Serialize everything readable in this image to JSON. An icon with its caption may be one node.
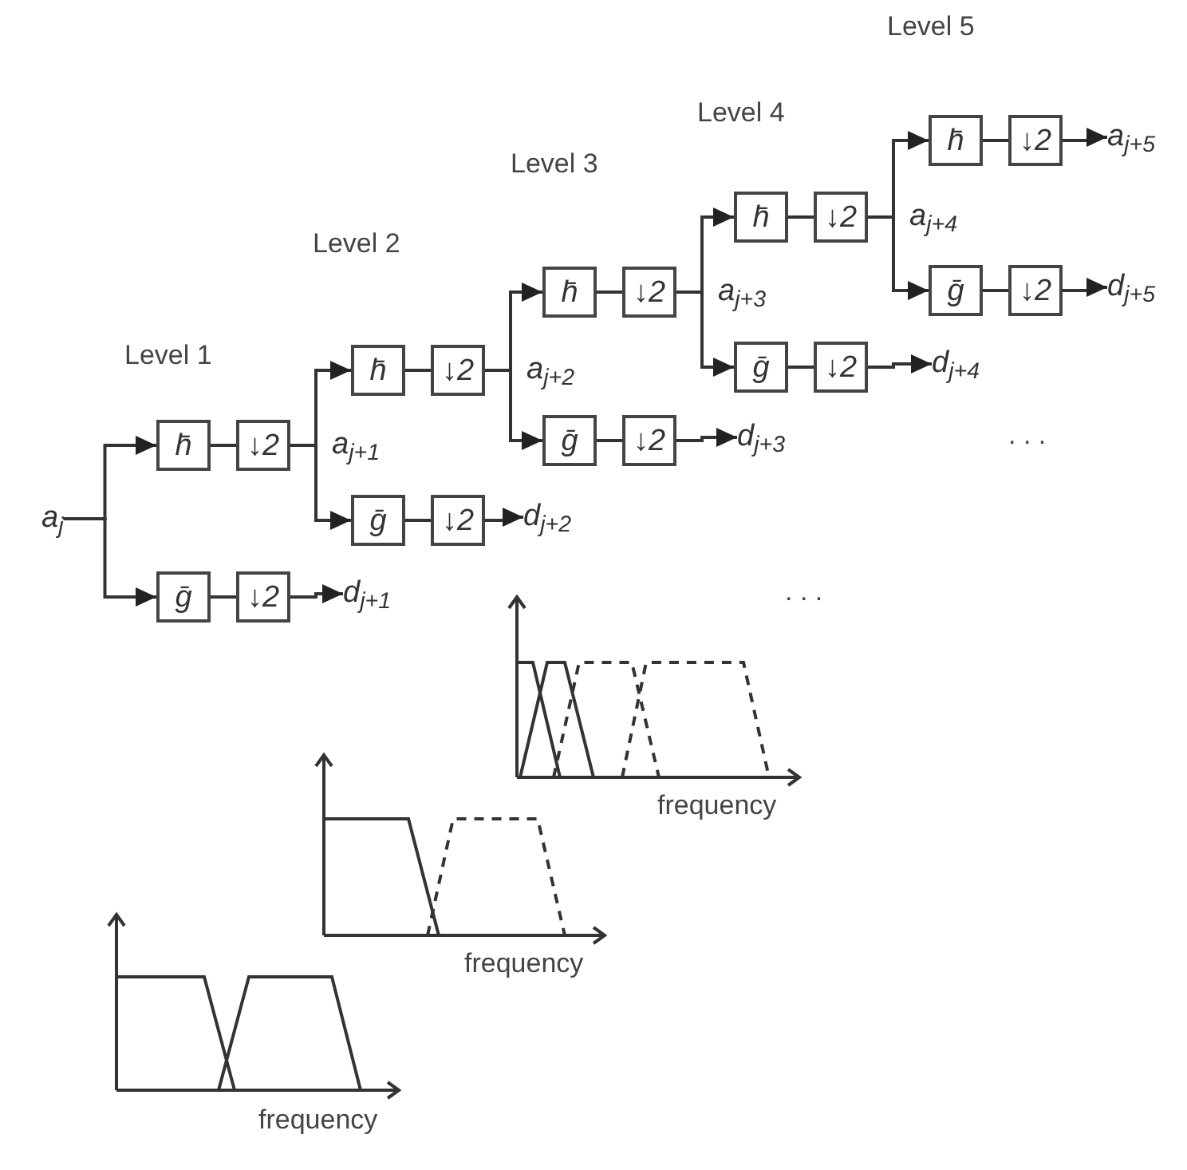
{
  "diagram": {
    "nodes": [
      {
        "text": [
          "a$_{j}$"
        ]
      },
      {
        "text": [
          "h̄"
        ]
      },
      {
        "text": [
          "↓2"
        ],
        "beside": [
          "a$_{j+1}$"
        ]
      },
      {
        "text": [
          "ḡ"
        ]
      },
      {
        "text": [
          "↓2"
        ]
      },
      {
        "text": [
          "d$_{j+1}$"
        ]
      },
      {
        "text": [
          "h̄"
        ]
      },
      {
        "text": [
          "↓2"
        ],
        "beside": [
          "a$_{j+2}$"
        ]
      },
      {
        "text": [
          "ḡ"
        ]
      },
      {
        "text": [
          "↓2"
        ]
      },
      {
        "text": [
          "d$_{j+2}$"
        ]
      },
      {
        "text": [
          "h̄"
        ]
      },
      {
        "text": [
          "↓2"
        ],
        "beside": [
          "a$_{j+3}$"
        ]
      },
      {
        "text": [
          "ḡ"
        ]
      },
      {
        "text": [
          "↓2"
        ]
      },
      {
        "text": [
          "d$_{j+3}$"
        ]
      },
      {
        "text": [
          "h̄"
        ]
      },
      {
        "text": [
          "↓2"
        ],
        "beside": [
          "a$_{j+4}$"
        ]
      },
      {
        "text": [
          "ḡ"
        ]
      },
      {
        "text": [
          "↓2"
        ]
      },
      {
        "text": [
          "d$_{j+4}$"
        ]
      },
      {
        "text": [
          "h̄"
        ]
      },
      {
        "text": [
          "↓2"
        ]
      },
      {
        "text": [
          "a$_{j+5}$"
        ]
      },
      {
        "text": [
          "ḡ"
        ]
      },
      {
        "text": [
          "↓2"
        ]
      },
      {
        "text": [
          "d$_{j+5}$"
        ]
      }
    ],
    "edges": [
      {
        "from": 0,
        "to": 1,
        "arrow": "to"
      },
      {
        "from": 0,
        "to": 3,
        "arrow": "to"
      },
      {
        "from": 1,
        "to": 2,
        "arrow": "none"
      },
      {
        "from": 3,
        "to": 4,
        "arrow": "none"
      },
      {
        "from": 4,
        "to": 5,
        "arrow": "to"
      },
      {
        "from": 2,
        "to": 6,
        "arrow": "to"
      },
      {
        "from": 2,
        "to": 8,
        "arrow": "to"
      },
      {
        "from": 6,
        "to": 7,
        "arrow": "none"
      },
      {
        "from": 8,
        "to": 9,
        "arrow": "none"
      },
      {
        "from": 9,
        "to": 10,
        "arrow": "to"
      },
      {
        "from": 7,
        "to": 11,
        "arrow": "to"
      },
      {
        "from": 7,
        "to": 13,
        "arrow": "to"
      },
      {
        "from": 11,
        "to": 12,
        "arrow": "none"
      },
      {
        "from": 13,
        "to": 14,
        "arrow": "none"
      },
      {
        "from": 14,
        "to": 15,
        "arrow": "to"
      },
      {
        "from": 12,
        "to": 16,
        "arrow": "to"
      },
      {
        "from": 12,
        "to": 18,
        "arrow": "to"
      },
      {
        "from": 16,
        "to": 17,
        "arrow": "none"
      },
      {
        "from": 18,
        "to": 19,
        "arrow": "none"
      },
      {
        "from": 19,
        "to": 20,
        "arrow": "to"
      },
      {
        "from": 17,
        "to": 21,
        "arrow": "to"
      },
      {
        "from": 17,
        "to": 24,
        "arrow": "to"
      },
      {
        "from": 21,
        "to": 22,
        "arrow": "none"
      },
      {
        "from": 22,
        "to": 23,
        "arrow": "to"
      },
      {
        "from": 24,
        "to": 25,
        "arrow": "none"
      },
      {
        "from": 25,
        "to": 26,
        "arrow": "to"
      }
    ],
    "labels": [
      "Level 5",
      "Level 4",
      "Level 3",
      "Level 2",
      "Level 1",
      ". . .",
      ". . .",
      "frequency",
      "frequency",
      "frequency"
    ]
  }
}
